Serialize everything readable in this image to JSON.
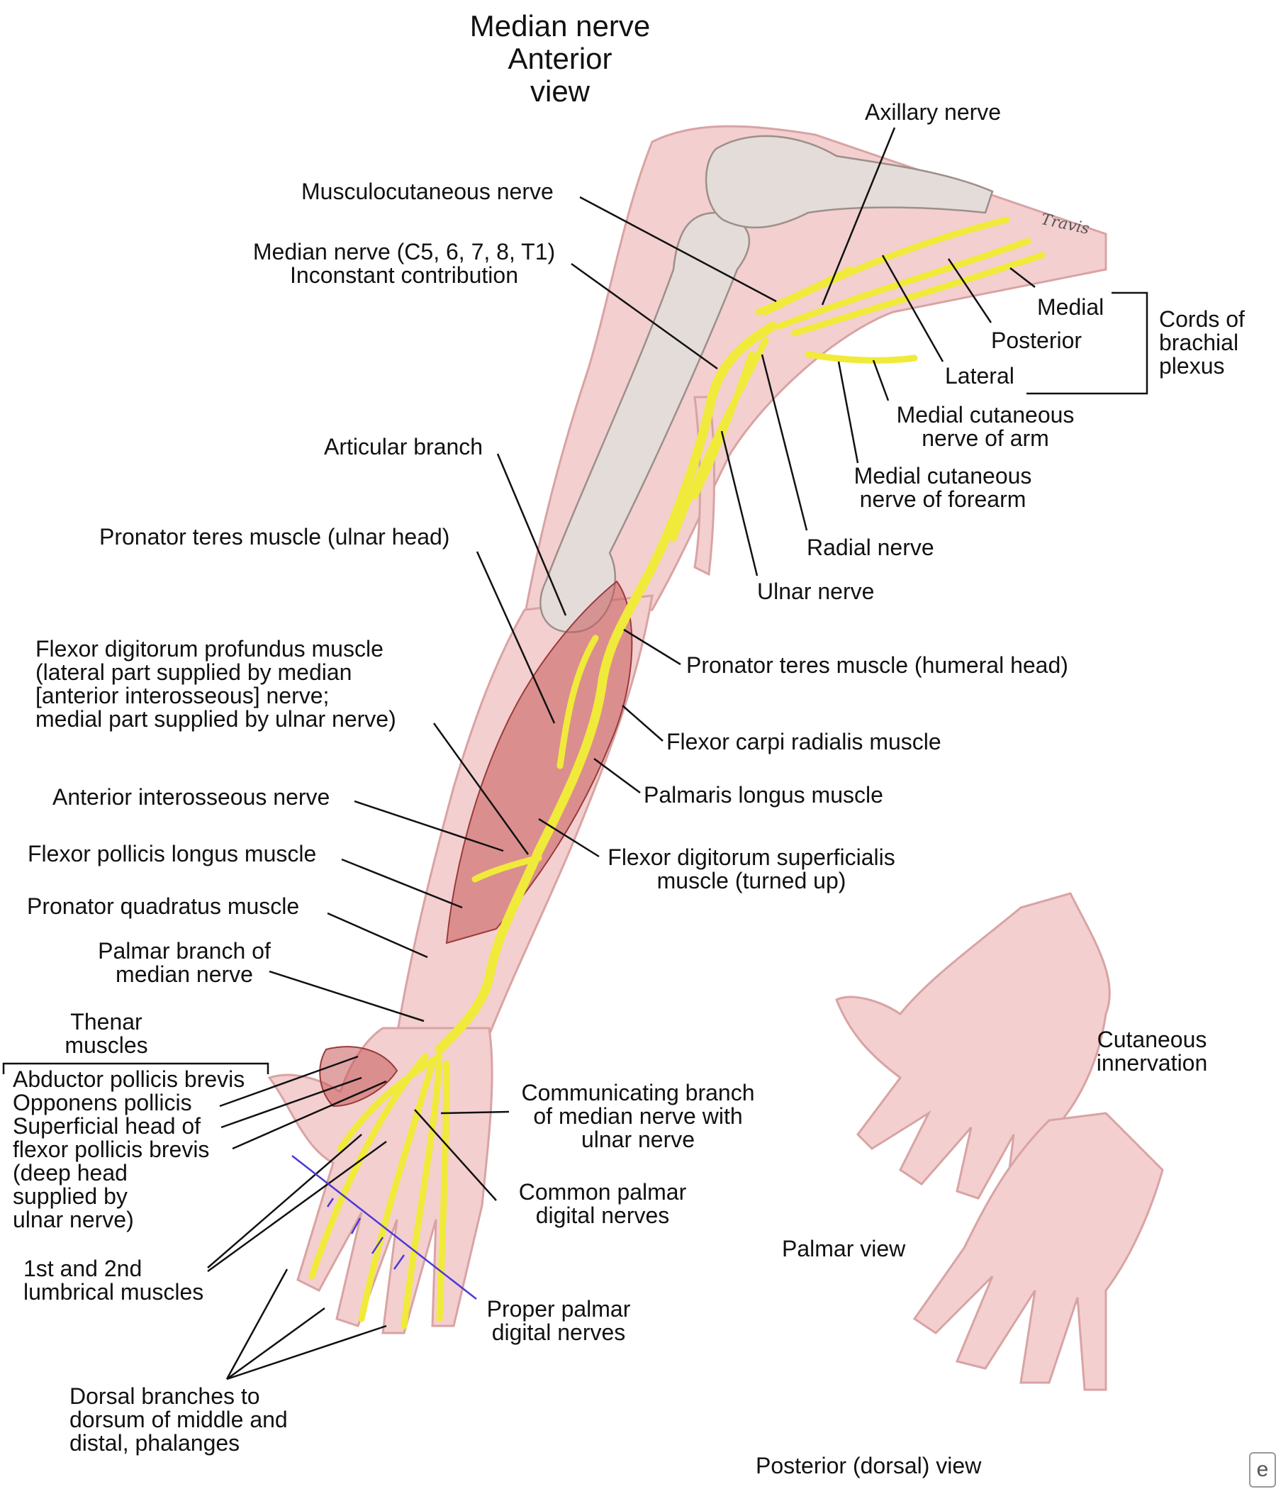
{
  "title": "Median nerve\nAnterior\nview",
  "labels": {
    "axillary": "Axillary nerve",
    "musculocutaneous": "Musculocutaneous nerve",
    "median_roots": "Median nerve (C5, 6, 7, 8, T1)\nInconstant contribution",
    "medial": "Medial",
    "posterior": "Posterior",
    "lateral": "Lateral",
    "cords": "Cords of\nbrachial\nplexus",
    "med_cut_arm": "Medial cutaneous\nnerve of arm",
    "med_cut_forearm": "Medial cutaneous\nnerve of forearm",
    "articular": "Articular branch",
    "radial": "Radial nerve",
    "ulnar": "Ulnar nerve",
    "pronator_ulnar": "Pronator teres muscle (ulnar head)",
    "pronator_humeral": "Pronator teres muscle (humeral head)",
    "fdp": "Flexor digitorum profundus muscle\n(lateral part supplied by median\n[anterior interosseous] nerve;\nmedial part supplied by ulnar nerve)",
    "fcr": "Flexor carpi radialis muscle",
    "palmaris": "Palmaris longus muscle",
    "ant_interosseous": "Anterior interosseous nerve",
    "fds": "Flexor digitorum superficialis\nmuscle (turned up)",
    "fpl": "Flexor pollicis longus muscle",
    "pronator_quadratus": "Pronator quadratus muscle",
    "palmar_branch": "Palmar branch of\nmedian nerve",
    "thenar": "Thenar\nmuscles",
    "thenar_list": "Abductor pollicis brevis\nOpponens pollicis\nSuperficial head of\nflexor pollicis brevis\n(deep head\nsupplied by\nulnar nerve)",
    "communicating": "Communicating branch\nof median nerve with\nulnar nerve",
    "common_palmar": "Common palmar\ndigital nerves",
    "lumbricals": "1st and 2nd\nlumbrical muscles",
    "proper_palmar": "Proper palmar\ndigital nerves",
    "dorsal_branches": "Dorsal branches to\ndorsum of middle and\ndistal, phalanges",
    "cutaneous": "Cutaneous\ninnervation",
    "palmar_view": "Palmar view",
    "posterior_view": "Posterior (dorsal) view",
    "signature": "Travis",
    "corner_logo": "e"
  },
  "colors": {
    "skin": "#f3cfcf",
    "skin_shadow": "#d9a3a3",
    "bone": "#e4dcd9",
    "muscle": "#c65a5a",
    "nerve": "#f0ea3a",
    "nerve_edge": "#a39a14",
    "leader": "#111111",
    "innervation_line": "#4a3ad6"
  }
}
